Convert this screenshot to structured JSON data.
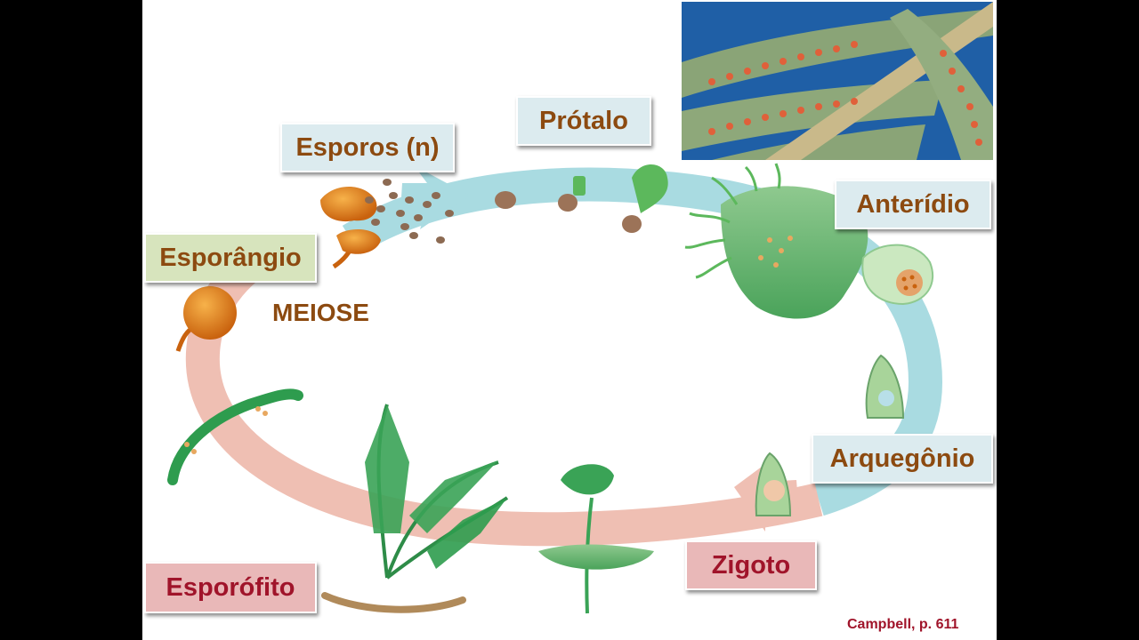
{
  "labels": {
    "esporos": "Esporos (n)",
    "protalo": "Prótalo",
    "anteridio": "Anterídio",
    "esporangio": "Esporângio",
    "arquegonio": "Arquegônio",
    "zigoto": "Zigoto",
    "esporofito": "Esporófito"
  },
  "meiose": "MEIOSE",
  "citation": "Campbell, p. 611",
  "colors": {
    "label_text_brown": "#8c4a10",
    "label_text_red": "#a0142a",
    "label_bg_blue": "#dcebef",
    "label_bg_green": "#d7e4bd",
    "label_bg_pink": "#e9b8b8",
    "arrow_haploid": "#a9dbe1",
    "arrow_diploid": "#efbfb3",
    "plant_green": "#3aa356",
    "sporangium_orange": "#d9781a"
  },
  "icons": {
    "photo": "fern-sori-photo",
    "sporangium": "sporangium-icon",
    "spores": "spores-icon",
    "prothallus": "prothallus-icon",
    "antheridium": "antheridium-icon",
    "archegonium": "archegonium-icon",
    "sporophyte": "fern-sporophyte-icon"
  }
}
